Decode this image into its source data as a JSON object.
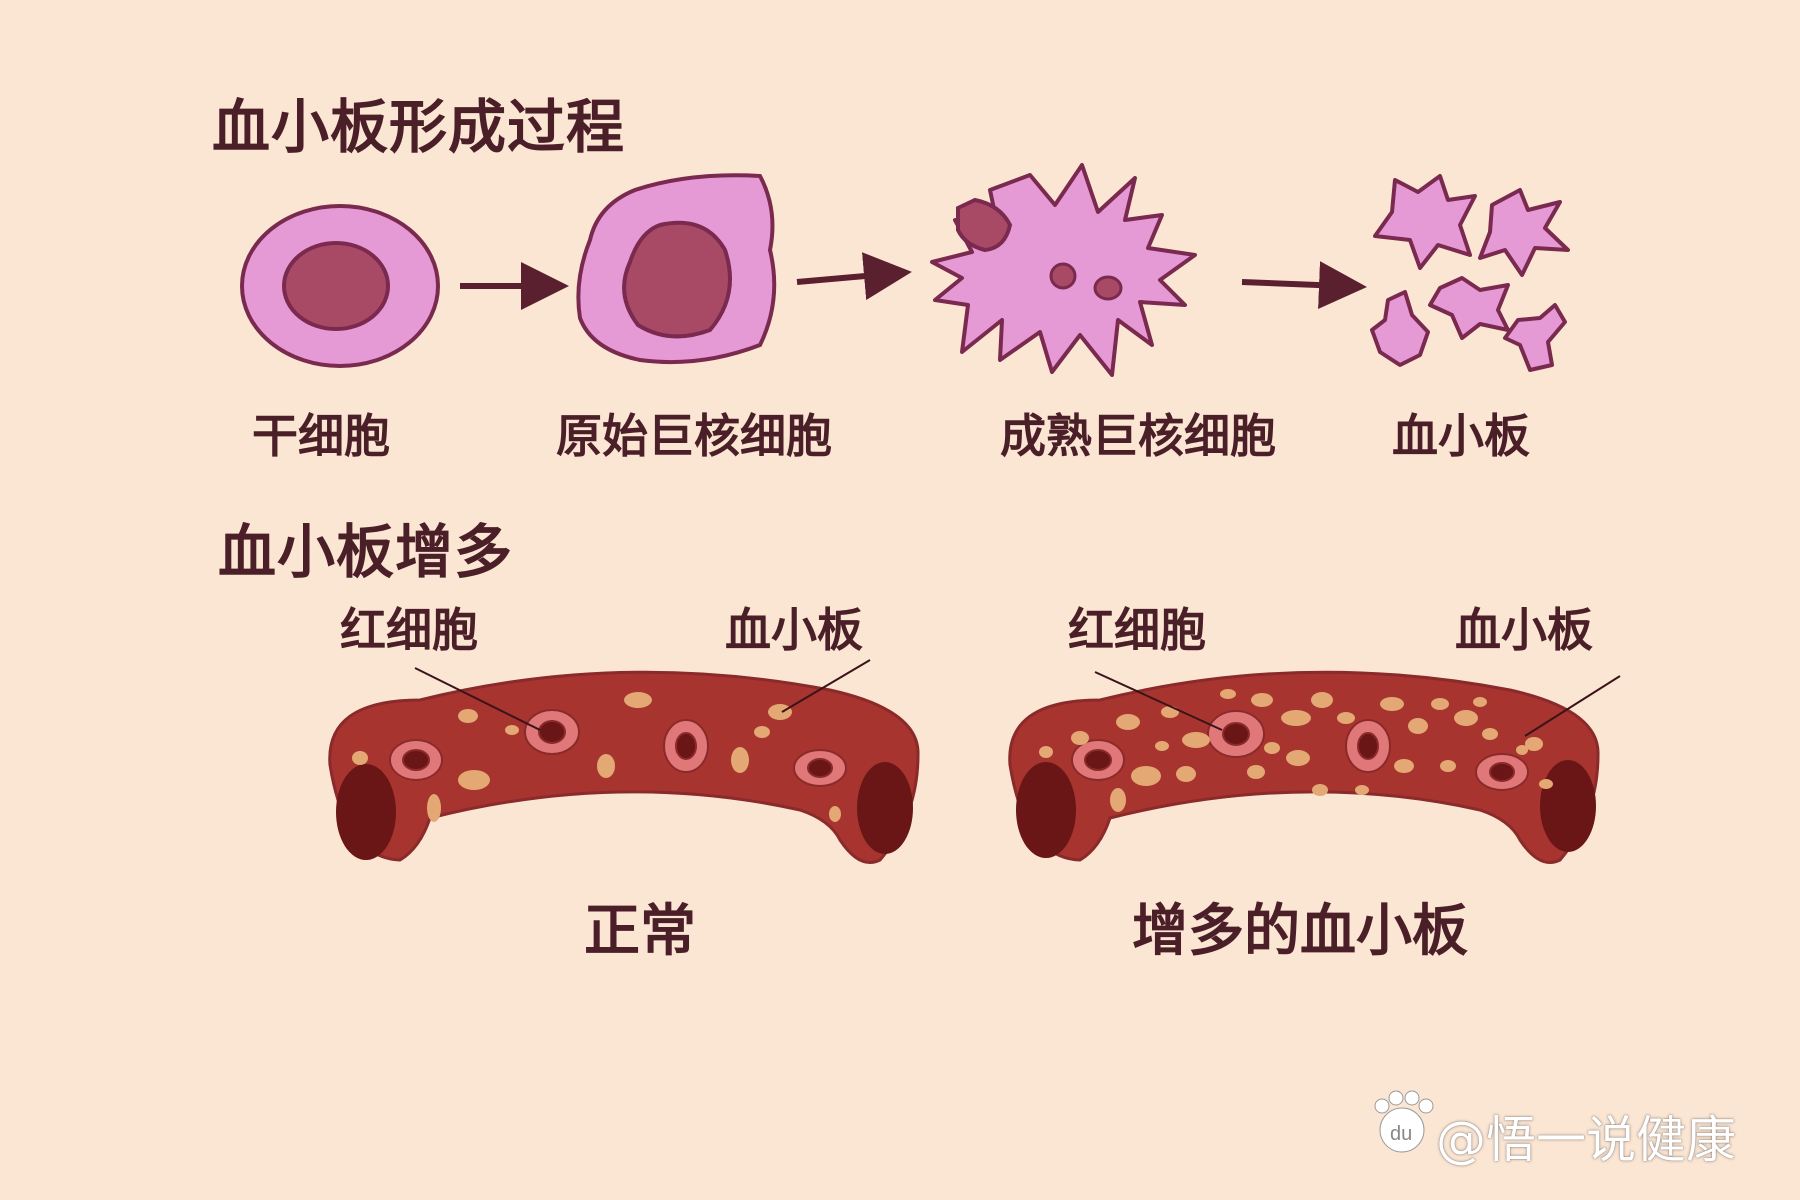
{
  "section1": {
    "title": "血小板形成过程",
    "stages": [
      "干细胞",
      "原始巨核细胞",
      "成熟巨核细胞",
      "血小板"
    ]
  },
  "section2": {
    "title": "血小板增多",
    "normal": {
      "rbc_label": "红细胞",
      "platelet_label": "血小板",
      "caption": "正常"
    },
    "increased": {
      "rbc_label": "红细胞",
      "platelet_label": "血小板",
      "caption": "增多的血小板"
    }
  },
  "watermark": {
    "text": "@悟一说健康",
    "logo_text": "du"
  },
  "colors": {
    "background": "#fbe6d4",
    "cell_fill": "#e59ad6",
    "cell_outline": "#7a2a4e",
    "nucleus": "#a84a66",
    "vessel": "#a8342f",
    "platelet": "#e3a873",
    "text": "#4a1f28"
  }
}
